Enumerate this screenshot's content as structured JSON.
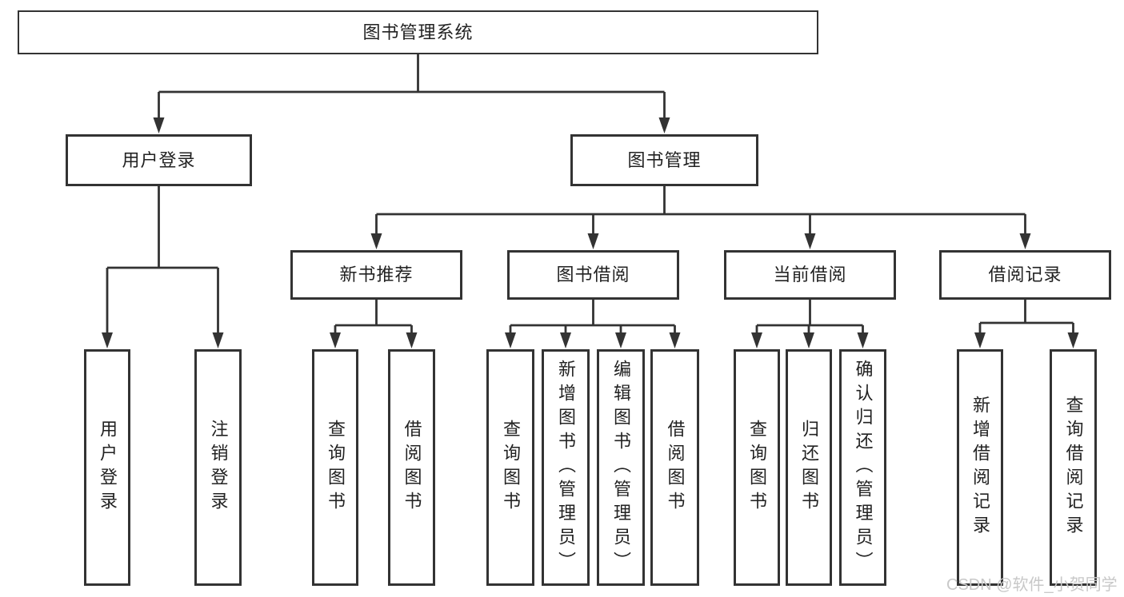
{
  "diagram": {
    "root": {
      "label": "图书管理系统"
    },
    "branches": [
      {
        "label": "用户登录",
        "children": [
          {
            "label": "用户登录"
          },
          {
            "label": "注销登录"
          }
        ]
      },
      {
        "label": "图书管理",
        "children": [
          {
            "label": "新书推荐",
            "children": [
              {
                "label": "查询图书"
              },
              {
                "label": "借阅图书"
              }
            ]
          },
          {
            "label": "图书借阅",
            "children": [
              {
                "label": "查询图书"
              },
              {
                "label": "新增图书（管理员）"
              },
              {
                "label": "编辑图书（管理员）"
              },
              {
                "label": "借阅图书"
              }
            ]
          },
          {
            "label": "当前借阅",
            "children": [
              {
                "label": "查询图书"
              },
              {
                "label": "归还图书"
              },
              {
                "label": "确认归还（管理员）"
              }
            ]
          },
          {
            "label": "借阅记录",
            "children": [
              {
                "label": "新增借阅记录"
              },
              {
                "label": "查询借阅记录"
              }
            ]
          }
        ]
      }
    ]
  },
  "watermark": {
    "text": "CSDN @软件_小贺同学"
  },
  "colors": {
    "line": "#333333",
    "border": "#333333",
    "text": "#222222",
    "background": "#ffffff",
    "watermark": "#c8c8c8"
  }
}
